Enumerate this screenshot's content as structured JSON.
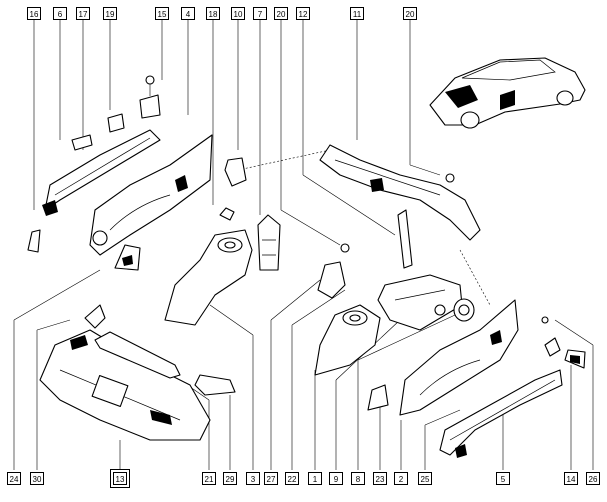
{
  "top_labels": [
    "16",
    "6",
    "17",
    "19",
    "15",
    "4",
    "18",
    "10",
    "7",
    "20",
    "12",
    "11",
    "20"
  ],
  "bottom_labels": [
    "24",
    "30",
    "13",
    "21",
    "29",
    "3",
    "27",
    "22",
    "1",
    "9",
    "8",
    "23",
    "2",
    "25",
    "5",
    "14",
    "26"
  ],
  "icons": {
    "car": "car-silhouette-icon"
  }
}
